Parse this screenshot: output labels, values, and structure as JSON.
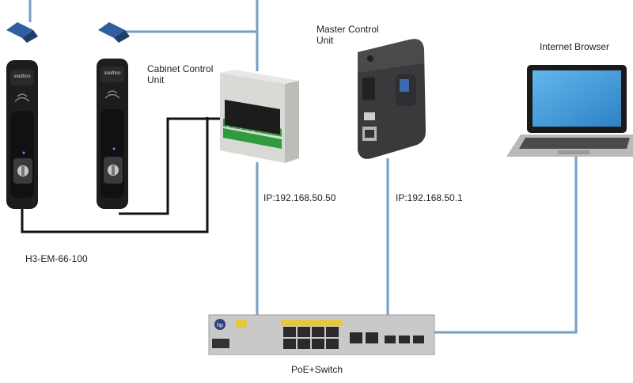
{
  "labels": {
    "cabinet_control": [
      "Cabinet Control",
      "Unit"
    ],
    "master_control": [
      "Master Control",
      "Unit"
    ],
    "internet_browser": "Internet Browser",
    "ip_cabinet": "IP:192.168.50.50",
    "ip_master": "IP:192.168.50.1",
    "handle_model": "H3-EM-66-100",
    "switch": "PoE+Switch"
  },
  "device_text": {
    "handle_brand": "southco",
    "switch_brand": "hp"
  },
  "colors": {
    "network_line": "#6fa0d0",
    "wire": "#111111",
    "sensor": "#2f5fa0",
    "laptop_screen": "#3fa0e0",
    "dinrail_terminal": "#2e9b3c"
  }
}
